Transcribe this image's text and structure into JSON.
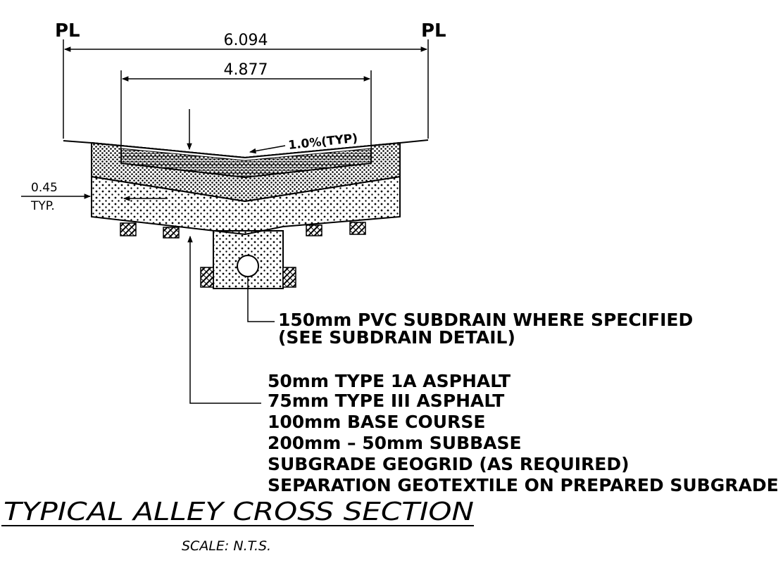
{
  "property_line_left": "PL",
  "property_line_right": "PL",
  "dim_overall": "6.094",
  "dim_inner": "4.877",
  "slope_label": "1.0%(TYP)",
  "edge_offset": "0.45",
  "edge_offset_note": "TYP.",
  "subdrain_note": [
    "150mm PVC SUBDRAIN WHERE SPECIFIED",
    "(SEE SUBDRAIN DETAIL)"
  ],
  "layers": [
    "50mm TYPE 1A ASPHALT",
    "75mm TYPE III ASPHALT",
    "100mm BASE COURSE",
    "200mm – 50mm SUBBASE",
    "SUBGRADE GEOGRID (AS REQUIRED)",
    "SEPARATION GEOTEXTILE ON PREPARED SUBGRADE"
  ],
  "title": "TYPICAL ALLEY CROSS SECTION",
  "scale": "SCALE: N.T.S."
}
